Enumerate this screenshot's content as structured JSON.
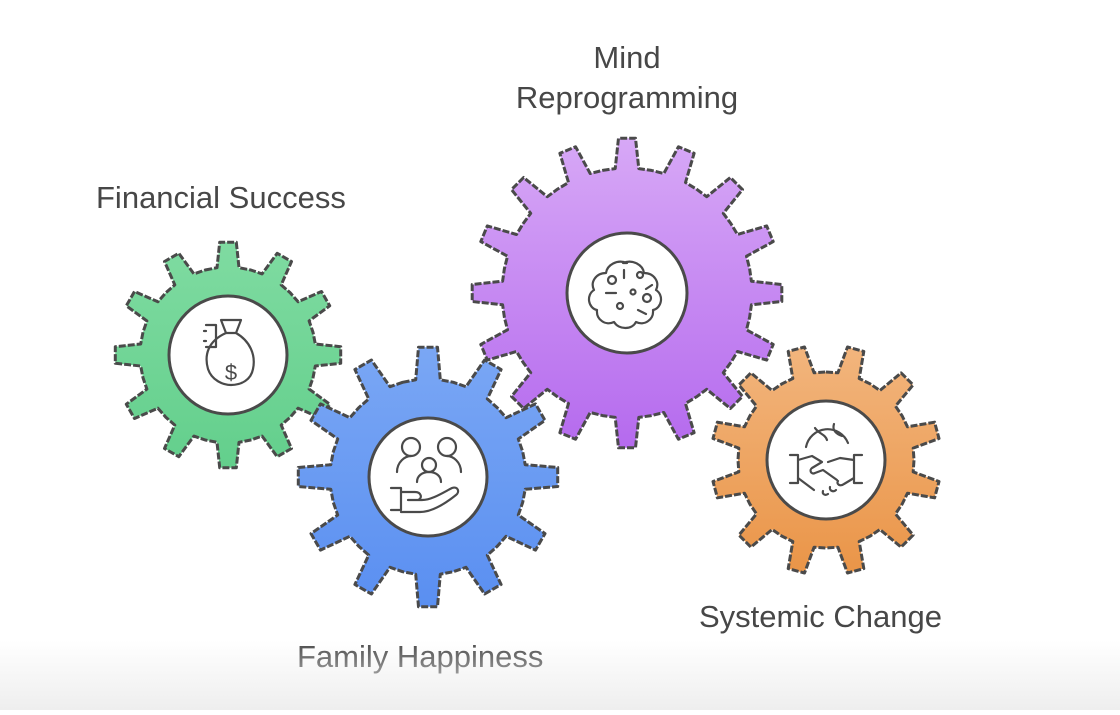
{
  "diagram": {
    "gears": [
      {
        "id": "financial",
        "label": "Financial Success",
        "color": "#6fd596",
        "color_light": "#86dfa8",
        "icon": "money-bag-icon"
      },
      {
        "id": "family",
        "label": "Family Happiness",
        "color": "#5f93f2",
        "color_light": "#7aa6f3",
        "icon": "family-care-icon"
      },
      {
        "id": "mind",
        "label_lines": [
          "Mind",
          "Reprogramming"
        ],
        "color": "#bf74f0",
        "color_light": "#d6a7f5",
        "icon": "brain-icon"
      },
      {
        "id": "systemic",
        "label": "Systemic Change",
        "color": "#ec9c54",
        "color_light": "#f0b27a",
        "icon": "globe-handshake-icon"
      }
    ],
    "outline_color": "#4a4a4a"
  }
}
